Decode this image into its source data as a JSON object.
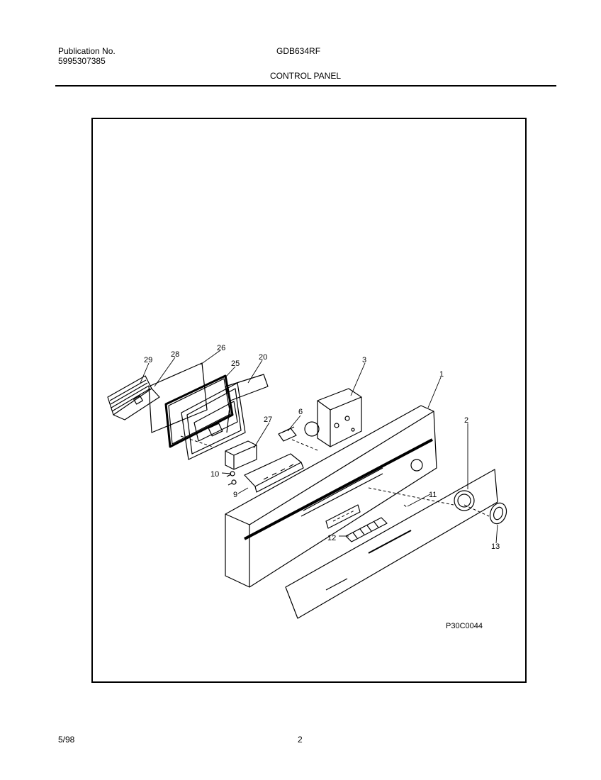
{
  "header": {
    "publication_label": "Publication No.",
    "publication_number": "5995307385",
    "model": "GDB634RF",
    "section_title": "CONTROL PANEL"
  },
  "diagram": {
    "part_callouts": [
      "29",
      "28",
      "26",
      "25",
      "20",
      "3",
      "1",
      "27",
      "6",
      "2",
      "10",
      "9",
      "11",
      "13",
      "12"
    ],
    "figure_code": "P30C0044"
  },
  "footer": {
    "date": "5/98",
    "page_number": "2"
  }
}
